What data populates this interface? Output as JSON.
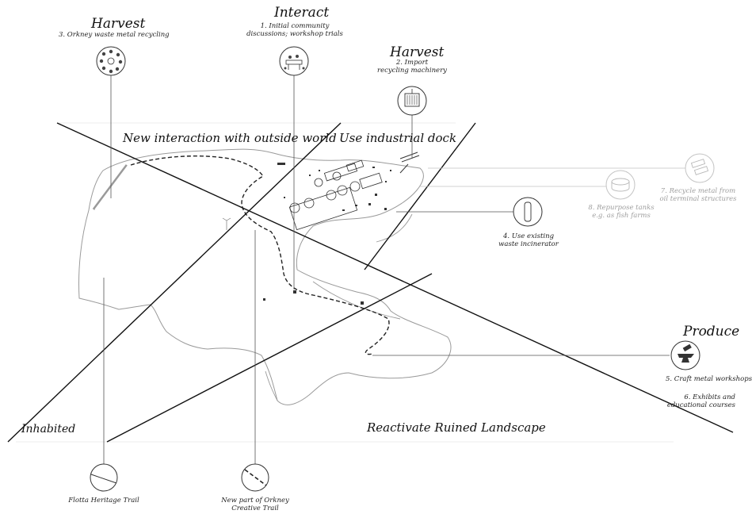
{
  "stages": {
    "orkney_recycling": {
      "heading": "Harvest",
      "caption": "3. Orkney waste metal recycling"
    },
    "community": {
      "heading": "Interact",
      "caption": "1. Initial community\ndiscussions; workshop trials"
    },
    "machinery": {
      "heading": "Harvest",
      "caption": "2. Import\nrecycling machinery"
    },
    "incinerator": {
      "caption": "4. Use existing\nwaste incinerator"
    },
    "repurpose_tanks": {
      "caption": "8. Repurpose tanks\ne.g. as fish farms"
    },
    "oil_terminal": {
      "caption": "7. Recycle metal from\noil terminal structures"
    },
    "produce": {
      "heading": "Produce",
      "caption": "5. Craft metal workshops",
      "caption2": "6. Exhibits and\neducational courses"
    }
  },
  "zones": {
    "outside_world": "New interaction with outside world",
    "industrial_dock": "Use industrial dock",
    "inhabited": "Inhabited",
    "ruined": "Reactivate Ruined Landscape"
  },
  "trails": {
    "heritage": "Flotta Heritage Trail",
    "creative": "New part of Orkney\nCreative Trail"
  },
  "icons": [
    "recycling-wheel-icon",
    "workshop-table-icon",
    "shipping-container-icon",
    "chimney-icon",
    "tank-icon",
    "metal-beams-icon",
    "anvil-icon",
    "trail-line-icon",
    "dashed-trail-icon"
  ],
  "colors": {
    "ink": "#1a1a1a",
    "faded": "#a8a8a8",
    "coast": "#9a9a9a"
  }
}
